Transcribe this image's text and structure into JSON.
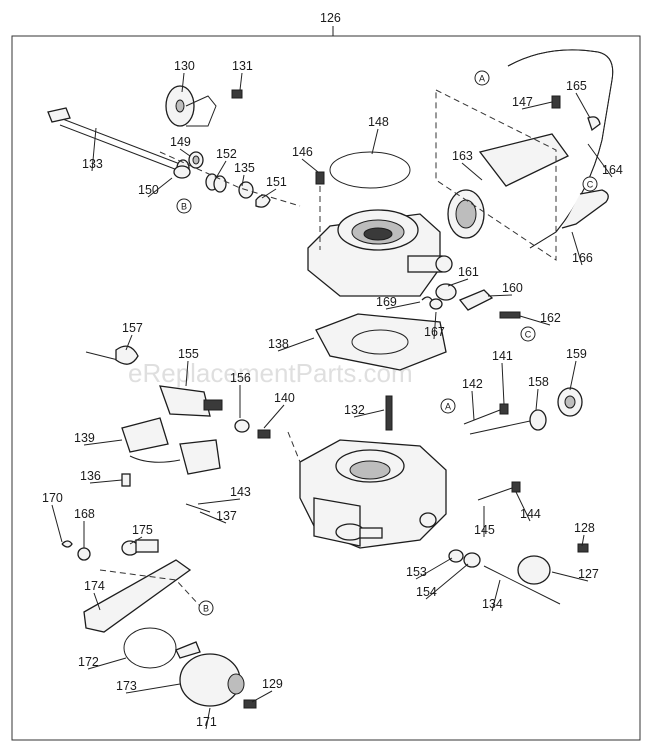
{
  "header": {
    "assembly_number": "126"
  },
  "watermark": "eReplacementParts.com",
  "callouts": [
    {
      "id": "p130",
      "text": "130"
    },
    {
      "id": "p131",
      "text": "131"
    },
    {
      "id": "p133",
      "text": "133"
    },
    {
      "id": "p149",
      "text": "149"
    },
    {
      "id": "p150",
      "text": "150"
    },
    {
      "id": "p152",
      "text": "152"
    },
    {
      "id": "p135",
      "text": "135"
    },
    {
      "id": "p151",
      "text": "151"
    },
    {
      "id": "p146",
      "text": "146"
    },
    {
      "id": "p148",
      "text": "148"
    },
    {
      "id": "p147",
      "text": "147"
    },
    {
      "id": "p165",
      "text": "165"
    },
    {
      "id": "p163",
      "text": "163"
    },
    {
      "id": "p164",
      "text": "164"
    },
    {
      "id": "p166",
      "text": "166"
    },
    {
      "id": "p161",
      "text": "161"
    },
    {
      "id": "p160",
      "text": "160"
    },
    {
      "id": "p169",
      "text": "169"
    },
    {
      "id": "p162",
      "text": "162"
    },
    {
      "id": "p167",
      "text": "167"
    },
    {
      "id": "p157",
      "text": "157"
    },
    {
      "id": "p155",
      "text": "155"
    },
    {
      "id": "p138",
      "text": "138"
    },
    {
      "id": "p141",
      "text": "141"
    },
    {
      "id": "p159",
      "text": "159"
    },
    {
      "id": "p142",
      "text": "142"
    },
    {
      "id": "p158",
      "text": "158"
    },
    {
      "id": "p156",
      "text": "156"
    },
    {
      "id": "p140",
      "text": "140"
    },
    {
      "id": "p132",
      "text": "132"
    },
    {
      "id": "p139",
      "text": "139"
    },
    {
      "id": "p136",
      "text": "136"
    },
    {
      "id": "p143",
      "text": "143"
    },
    {
      "id": "p137",
      "text": "137"
    },
    {
      "id": "p144",
      "text": "144"
    },
    {
      "id": "p170",
      "text": "170"
    },
    {
      "id": "p168",
      "text": "168"
    },
    {
      "id": "p175",
      "text": "175"
    },
    {
      "id": "p145",
      "text": "145"
    },
    {
      "id": "p128",
      "text": "128"
    },
    {
      "id": "p153",
      "text": "153"
    },
    {
      "id": "p127",
      "text": "127"
    },
    {
      "id": "p174",
      "text": "174"
    },
    {
      "id": "p154",
      "text": "154"
    },
    {
      "id": "p134",
      "text": "134"
    },
    {
      "id": "p172",
      "text": "172"
    },
    {
      "id": "p173",
      "text": "173"
    },
    {
      "id": "p129",
      "text": "129"
    },
    {
      "id": "p171",
      "text": "171"
    }
  ],
  "connectors": [
    {
      "id": "cA1",
      "text": "A"
    },
    {
      "id": "cA2",
      "text": "A"
    },
    {
      "id": "cB1",
      "text": "B"
    },
    {
      "id": "cB2",
      "text": "B"
    },
    {
      "id": "cC1",
      "text": "C"
    },
    {
      "id": "cC2",
      "text": "C"
    }
  ]
}
